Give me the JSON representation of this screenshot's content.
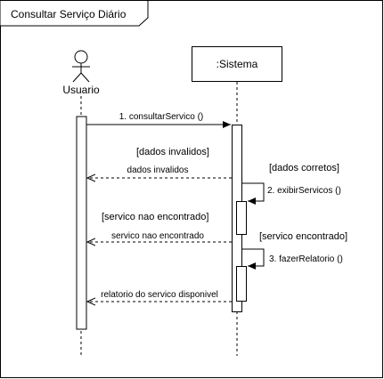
{
  "diagram": {
    "frame_title": "Consultar Serviço Diário",
    "actor": {
      "label": "Usuario"
    },
    "system": {
      "label": ":Sistema"
    },
    "guards": {
      "dados_invalidos": "[dados invalidos]",
      "dados_corretos": "[dados corretos]",
      "servico_nao_encontrado": "[servico nao encontrado]",
      "servico_encontrado": "[servico encontrado]"
    },
    "messages": {
      "m1": "1. consultarServico ()",
      "r_dados_invalidos": "dados invalidos",
      "m2": "2. exibirServicos ()",
      "r_servico_nao_encontrado": "servico nao encontrado",
      "m3": "3. fazerRelatorio ()",
      "r_relatorio": "relatorio do servico disponivel"
    },
    "colors": {
      "line": "#000000",
      "background": "#ffffff"
    }
  }
}
